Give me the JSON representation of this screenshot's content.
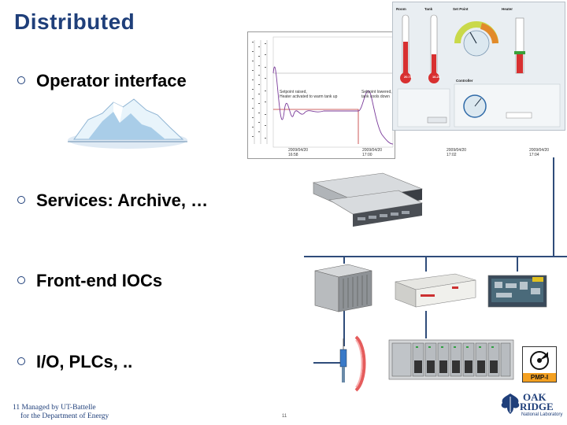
{
  "slide": {
    "title": "Distributed",
    "bullets": [
      "Operator interface",
      "Services: Archive, …",
      "Front-end IOCs",
      "I/O, PLCs, .."
    ],
    "footer_line1": "11  Managed by UT-Battelle",
    "footer_line2": "for the Department of Energy",
    "page_number": "11"
  },
  "chart": {
    "annotation1": "Setpoint raised,\nHeater activated to warm tank up",
    "annotation2": "Setpoint lowered,\ntank cools down",
    "xticks": [
      "2009/04/20\n16:58",
      "2009/04/20\n17:00",
      "2009/04/20\n17:02",
      "2009/04/20\n17:04"
    ]
  },
  "panel": {
    "header1": "Room",
    "header2": "Tank",
    "header3": "Set Point",
    "header4": "Heater",
    "value1": "20.75",
    "value2": "16.20",
    "controller_label": "Controller"
  },
  "pmp": {
    "label": "PMP-I"
  },
  "logo": {
    "line1": "OAK",
    "line2": "RIDGE",
    "line3": "National Laboratory"
  },
  "colors": {
    "title": "#1f3f7a",
    "network": "#2f4c7a",
    "signal": "#d22020"
  }
}
